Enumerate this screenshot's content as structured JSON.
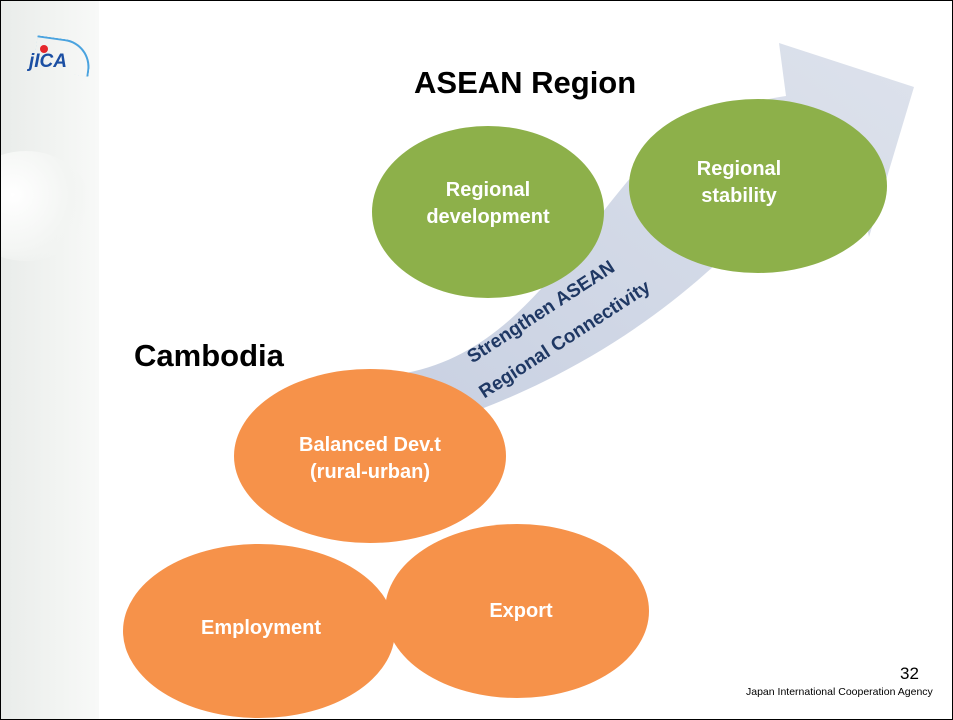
{
  "slide": {
    "logo_text": "jICA",
    "page_number": "32",
    "footer": "Japan International Cooperation Agency"
  },
  "headings": {
    "region": "ASEAN Region",
    "country": "Cambodia"
  },
  "arrow": {
    "label_line1": "Strengthen ASEAN",
    "label_line2": "Regional Connectivity"
  },
  "circles": {
    "regional_development": "Regional\ndevelopment",
    "regional_stability": "Regional\nstability",
    "balanced_dev": "Balanced Dev.t\n(rural-urban)",
    "employment": "Employment",
    "export": "Export"
  },
  "colors": {
    "green": "#8db04a",
    "orange": "#f6924a",
    "arrow_fill": "#d3d9e6",
    "arrow_text": "#1f3864",
    "logo_blue": "#1b4fa3",
    "logo_red": "#e5262b"
  }
}
